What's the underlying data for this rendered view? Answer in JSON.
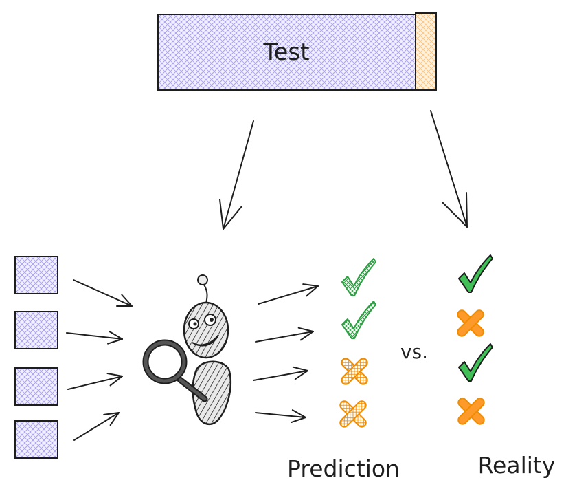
{
  "test_bar": {
    "label": "Test"
  },
  "vs_label": "vs.",
  "prediction_label": "Prediction",
  "reality_label": "Reality",
  "inputs": [
    {},
    {},
    {},
    {}
  ],
  "predictions": [
    "check",
    "check",
    "cross",
    "cross"
  ],
  "reality": [
    "check",
    "cross",
    "check",
    "cross"
  ],
  "colors": {
    "hatch_purple": "#a79ff0",
    "hatch_bg": "#f1f0ff",
    "orange_bg": "#fff3e0",
    "green": "#2f9e44",
    "green_fill": "#40c057",
    "orange": "#f08c00",
    "orange_fill": "#fd9a2a",
    "ink": "#1e1e1e",
    "robot_hatch": "#1e1e1e"
  }
}
